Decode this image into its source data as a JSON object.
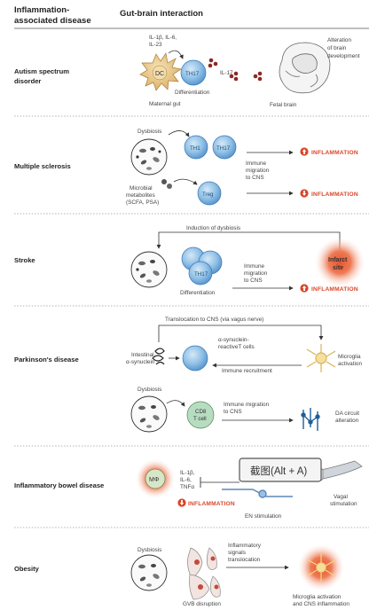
{
  "header": {
    "col1_line1": "Inflammation-",
    "col1_line2": "associated disease",
    "col2": "Gut-brain interaction"
  },
  "sections": {
    "autism": {
      "disease_line1": "Autism spectrum",
      "disease_line2": "disorder",
      "cytokines_line1": "IL-1β, IL-6,",
      "cytokines_line2": "IL-23",
      "dc": "DC",
      "th17": "TH17",
      "il17": "IL-17",
      "differentiation": "Differentiation",
      "maternal_gut": "Maternal gut",
      "fetal_brain": "Fetal brain",
      "alteration_line1": "Alteration",
      "alteration_line2": "of brain",
      "alteration_line3": "development"
    },
    "ms": {
      "disease": "Multiple sclerosis",
      "dysbiosis": "Dysbiosis",
      "th1": "TH1",
      "th17": "TH17",
      "treg": "Treg",
      "metabolites_line1": "Microbial",
      "metabolites_line2": "metabolites",
      "metabolites_line3": "(SCFA, PSA)",
      "migration_line1": "Immune",
      "migration_line2": "migration",
      "migration_line3": "to CNS",
      "inflammation_up": "INFLAMMATION",
      "inflammation_down": "INFLAMMATION"
    },
    "stroke": {
      "disease": "Stroke",
      "induction": "Induction of dysbiosis",
      "th17": "TH17",
      "differentiation": "Differentiation",
      "migration_line1": "Immune",
      "migration_line2": "migration",
      "migration_line3": "to CNS",
      "infarct_line1": "Infarct",
      "infarct_line2": "site",
      "inflammation": "INFLAMMATION"
    },
    "parkinsons": {
      "disease": "Parkinson's disease",
      "translocation": "Translocation to CNS (via vagus nerve)",
      "intestinal_line1": "Intestinal",
      "intestinal_line2": "α-synuclein",
      "reactive_line1": "α-synuclein-",
      "reactive_line2": "reactiveT cells",
      "recruitment": "Immune recruitment",
      "microglia_line1": "Microglia",
      "microglia_line2": "activation",
      "dysbiosis": "Dysbiosis",
      "cd8_line1": "CD8",
      "cd8_line2": "T cell",
      "migration_line1": "Immune migration",
      "migration_line2": "to CNS",
      "da_line1": "DA circuit",
      "da_line2": "alteration"
    },
    "ibd": {
      "disease": "Inflammatory bowel disease",
      "mphi": "MΦ",
      "cyto_line1": "IL-1β,",
      "cyto_line2": "IL-6,",
      "cyto_line3": "TNFα",
      "inflammation": "INFLAMMATION",
      "en": "EN stimulation",
      "vagal_line1": "Vagal",
      "vagal_line2": "stimulation",
      "overlay": "截图(Alt + A)"
    },
    "obesity": {
      "disease": "Obesity",
      "dysbiosis": "Dysbiosis",
      "signals_line1": "Inflammatory",
      "signals_line2": "signals",
      "signals_line3": "translocation",
      "gvb": "GVB disruption",
      "microglia_line1": "Microglia activation",
      "microglia_line2": "and CNS inflammation"
    }
  },
  "colors": {
    "cell_blue": "#7fb3df",
    "cell_stroke": "#3b78b5",
    "inflammation_red": "#d9462a",
    "section_rule": "#999999"
  }
}
